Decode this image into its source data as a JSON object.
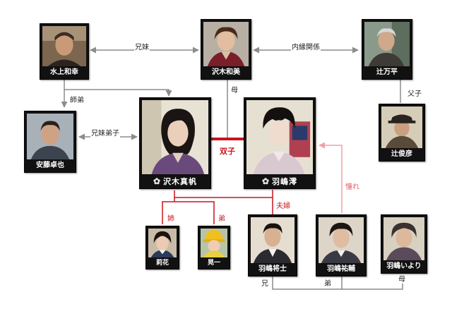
{
  "people": {
    "mizukami": "水上和幸",
    "kazumi": "沢木和美",
    "tsuji_manpei": "辻万平",
    "ando": "安藤卓也",
    "maho": "沢木真帆",
    "mio": "羽嶋澪",
    "tsuji_toshihiko": "辻俊彦",
    "rika": "莉花",
    "koichi": "晃一",
    "masashi": "羽嶋将士",
    "yusuke": "羽嶋祐輔",
    "iyori": "羽嶋いより"
  },
  "relations": {
    "siblings": "兄妹",
    "in_law": "内縁関係",
    "mother": "母",
    "master_disciple": "師弟",
    "father_son": "父子",
    "sibling_disciples": "兄妹弟子",
    "twins": "双子",
    "married": "夫婦",
    "admiration": "憧れ",
    "older_sister": "姉",
    "younger_brother": "弟",
    "older_brother": "兄",
    "younger_brother_2": "弟",
    "mother_2": "母"
  },
  "colors": {
    "line_gray": "#8c8c8c",
    "line_red": "#c8141e",
    "line_pink": "#f0a0a6",
    "card_bg": "#111111"
  }
}
